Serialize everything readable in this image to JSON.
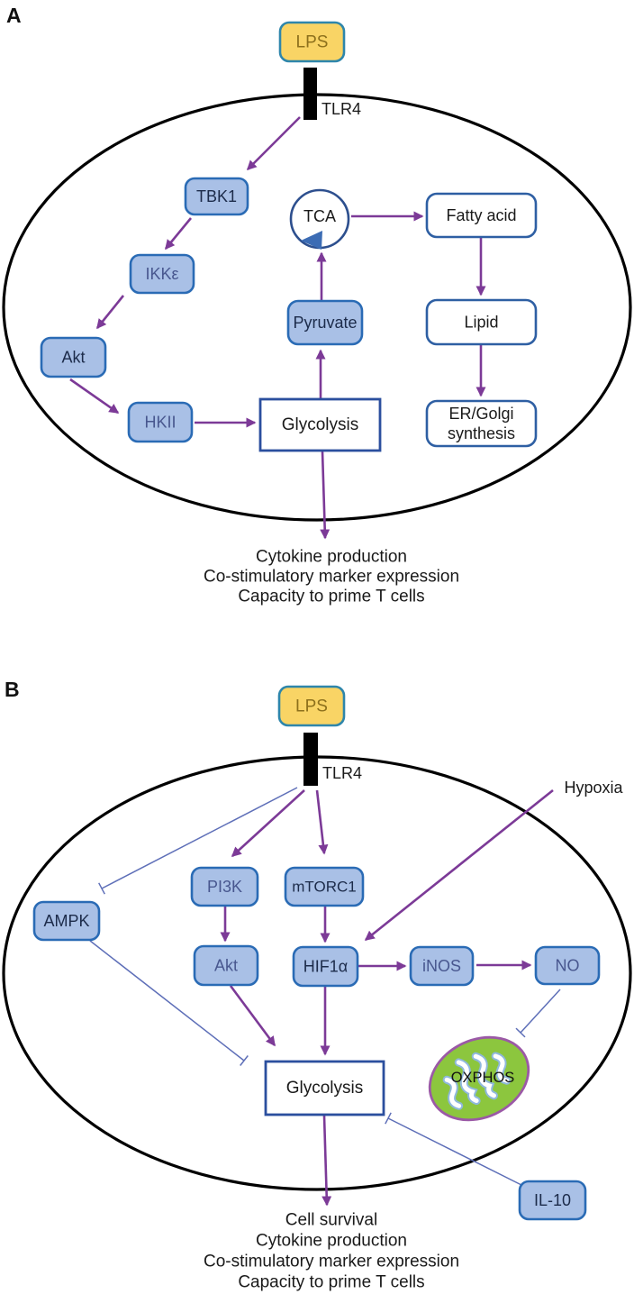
{
  "figure": {
    "type": "signaling-pathway-diagram",
    "panels": [
      {
        "label": "A",
        "ligand": "LPS",
        "receptor": "TLR4",
        "nodes": {
          "tbk1": "TBK1",
          "ikke": "IKKε",
          "akt": "Akt",
          "hkii": "HKII",
          "glycolysis": "Glycolysis",
          "pyruvate": "Pyruvate",
          "tca": "TCA",
          "fatty_acid": "Fatty acid",
          "lipid": "Lipid",
          "er_golgi_line1": "ER/Golgi",
          "er_golgi_line2": "synthesis"
        },
        "outcomes": [
          "Cytokine production",
          "Co-stimulatory marker expression",
          "Capacity to prime T cells"
        ]
      },
      {
        "label": "B",
        "ligand": "LPS",
        "receptor": "TLR4",
        "external_inputs": {
          "hypoxia": "Hypoxia",
          "il10": "IL-10"
        },
        "nodes": {
          "pi3k": "PI3K",
          "mtorc1": "mTORC1",
          "ampk": "AMPK",
          "akt": "Akt",
          "hif1a": "HIF1α",
          "inos": "iNOS",
          "no": "NO",
          "glycolysis": "Glycolysis",
          "oxphos": "OXPHOS"
        },
        "outcomes": [
          "Cell survival",
          "Cytokine production",
          "Co-stimulatory marker expression",
          "Capacity to prime T cells"
        ]
      }
    ],
    "colors": {
      "activation_arrow": "#7c3a97",
      "inhibition_line": "#5e6fb8",
      "node_fill": "#a9c0e6",
      "node_border": "#2a6bb5",
      "white_box_border": "#2e5fa3",
      "lps_fill": "#f9d465",
      "lps_border": "#2e86ab",
      "lps_text": "#8d701c",
      "membrane": "#000000",
      "mitochondria_fill": "#8cc63e",
      "mitochondria_border": "#9b59a6"
    }
  }
}
